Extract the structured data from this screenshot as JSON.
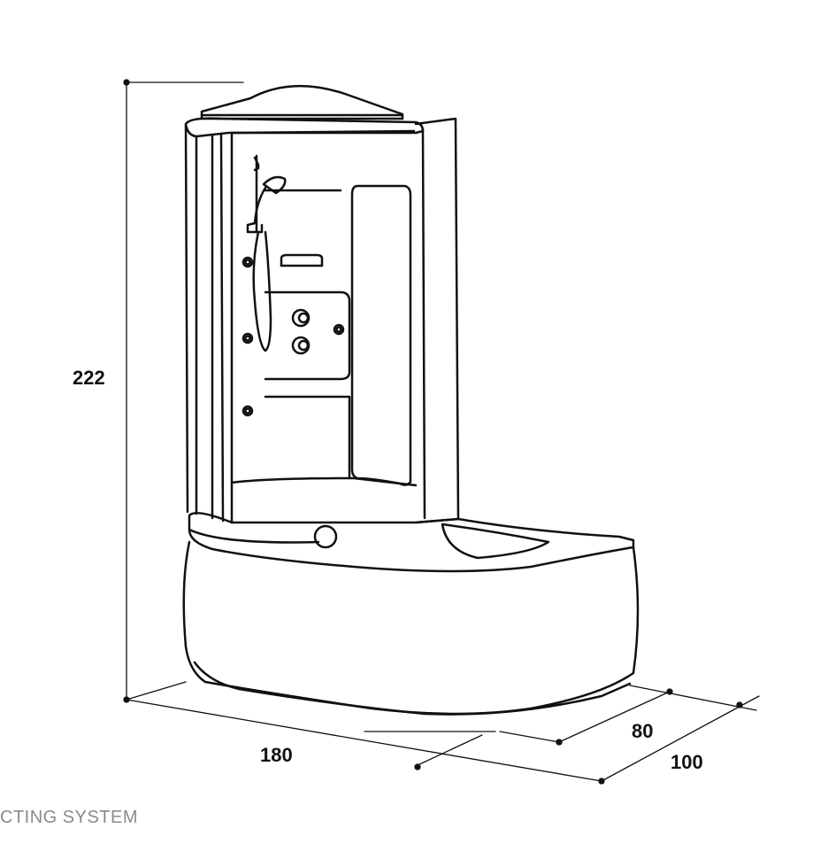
{
  "dimensions": {
    "height": "222",
    "length": "180",
    "width_inner": "80",
    "width_outer": "100"
  },
  "footer": {
    "text": "CTING SYSTEM"
  },
  "colors": {
    "line": "#111111",
    "background": "#ffffff",
    "watermark": "#8a8a8a"
  }
}
